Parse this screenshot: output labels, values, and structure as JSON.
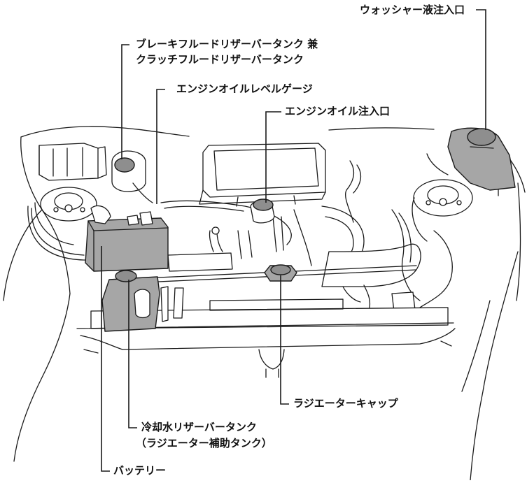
{
  "labels": {
    "washer": "ウォッシャー液注入口",
    "brake_line1": "ブレーキフルードリザーバータンク 兼",
    "brake_line2": "クラッチフルードリザーバータンク",
    "dipstick": "エンジンオイルレベルゲージ",
    "oil_filler": "エンジンオイル注入口",
    "radiator_cap": "ラジエーターキャップ",
    "coolant_line1": "冷却水リザーバータンク",
    "coolant_line2": "（ラジエーター補助タンク）",
    "battery": "バッテリー"
  },
  "colors": {
    "highlight_fill": "#a6a6a6",
    "line": "#1a1a1a",
    "background": "#ffffff"
  }
}
